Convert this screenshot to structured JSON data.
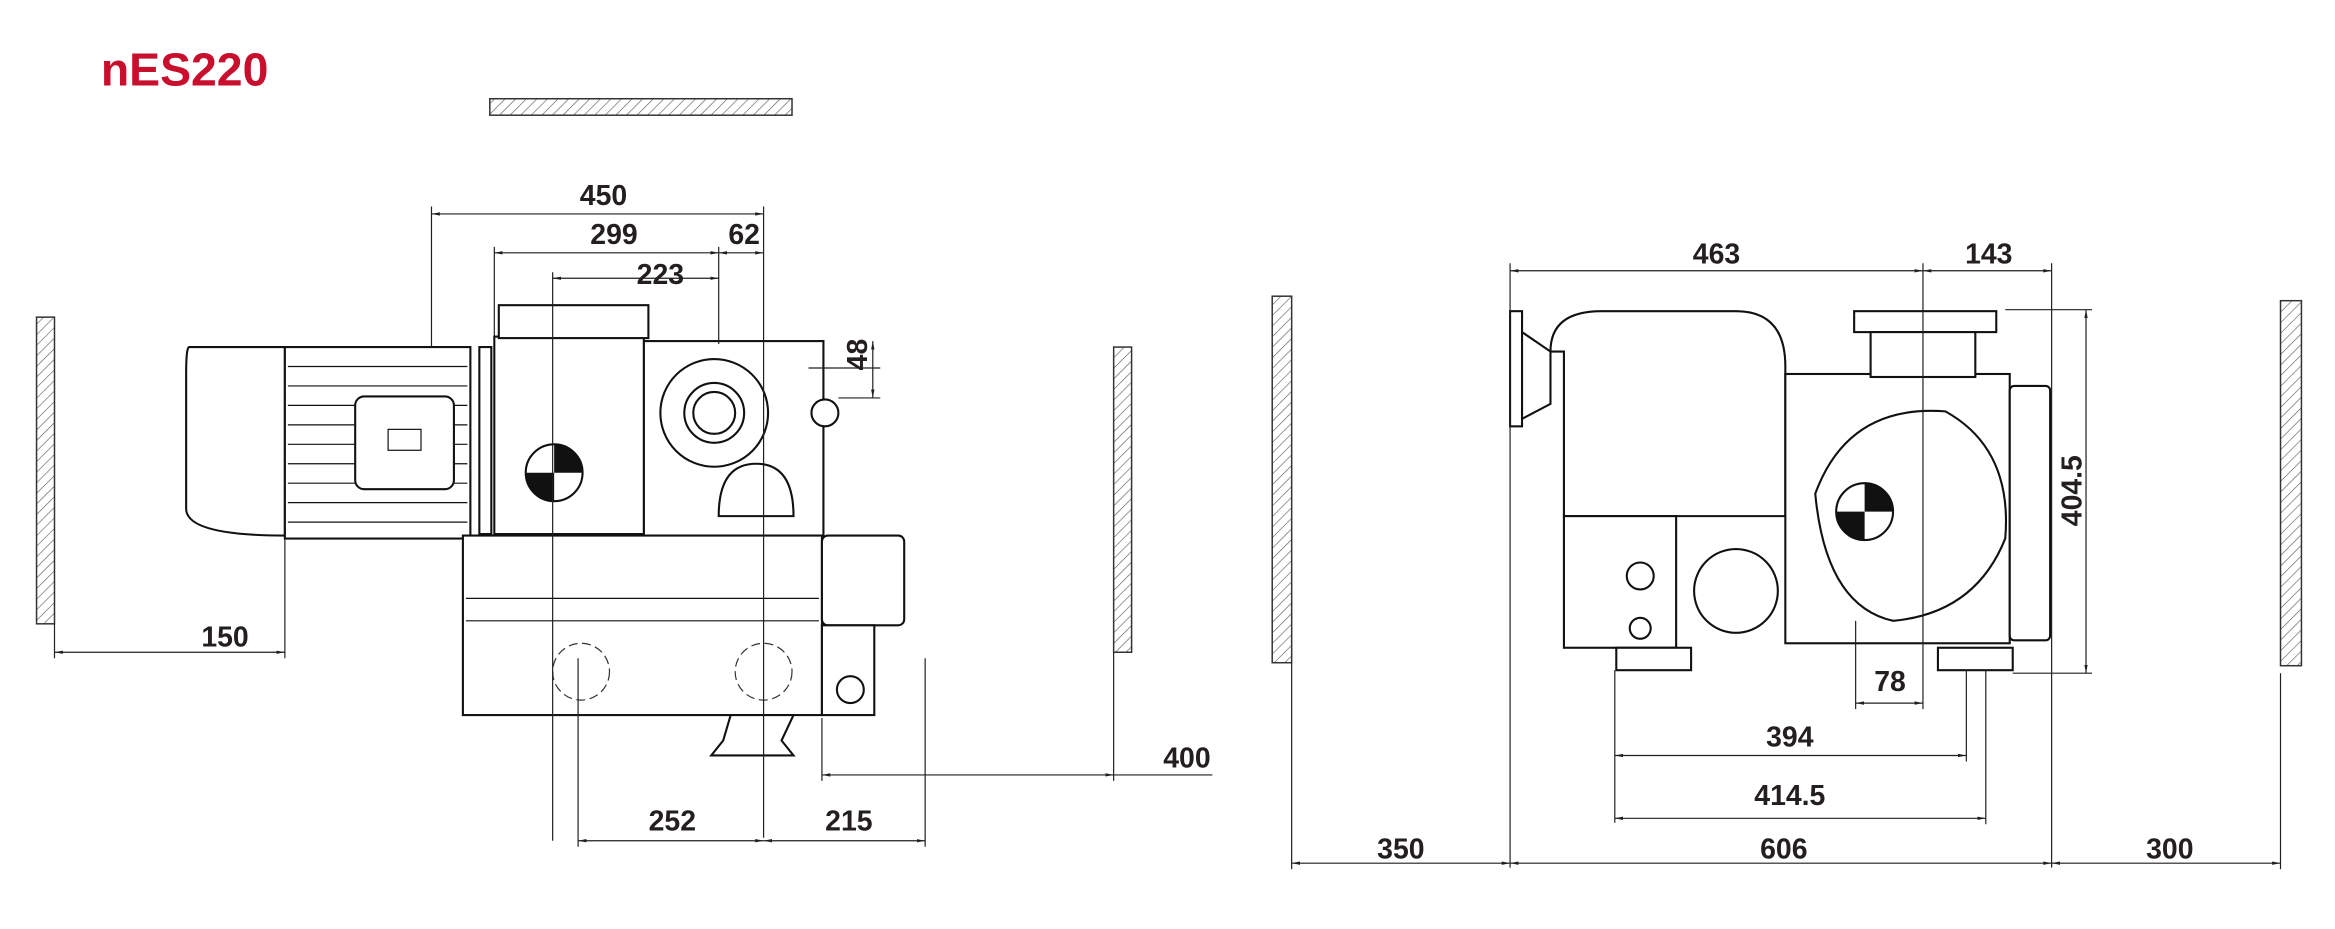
{
  "title": "nES220",
  "colors": {
    "title": "#c8102e",
    "lines": "#231f20"
  },
  "side_view": {
    "dimensions": {
      "overall_length": "450",
      "motor_flange_to_axis": "299",
      "axis_offset": "62",
      "inlet_to_axis": "223",
      "vertical_offset": "48",
      "clearance_motor_side": "150",
      "clearance_exhaust_side": "400",
      "foot_to_axis": "252",
      "axis_to_outlet": "215"
    }
  },
  "front_view": {
    "dimensions": {
      "width_to_axis": "463",
      "axis_to_edge": "143",
      "height": "404.5",
      "axis_offset": "78",
      "foot_spacing_inner": "394",
      "foot_spacing_outer": "414.5",
      "clearance_left": "350",
      "overall_width": "606",
      "clearance_right": "300"
    }
  }
}
